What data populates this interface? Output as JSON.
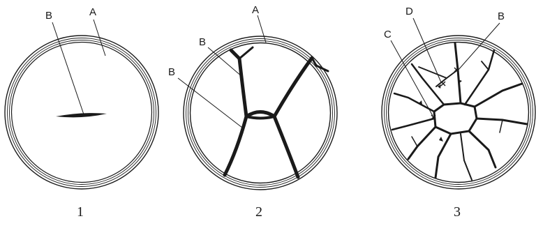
{
  "figures": [
    {
      "number": "1",
      "labels": [
        {
          "id": "B",
          "text": "B"
        },
        {
          "id": "A",
          "text": "A"
        }
      ]
    },
    {
      "number": "2",
      "labels": [
        {
          "id": "A",
          "text": "A"
        },
        {
          "id": "B1",
          "text": "B"
        },
        {
          "id": "B2",
          "text": "B"
        }
      ]
    },
    {
      "number": "3",
      "labels": [
        {
          "id": "C",
          "text": "C"
        },
        {
          "id": "D",
          "text": "D"
        },
        {
          "id": "B",
          "text": "B"
        }
      ]
    }
  ],
  "colors": {
    "ink": "#1a1a1a",
    "paper": "#ffffff"
  }
}
